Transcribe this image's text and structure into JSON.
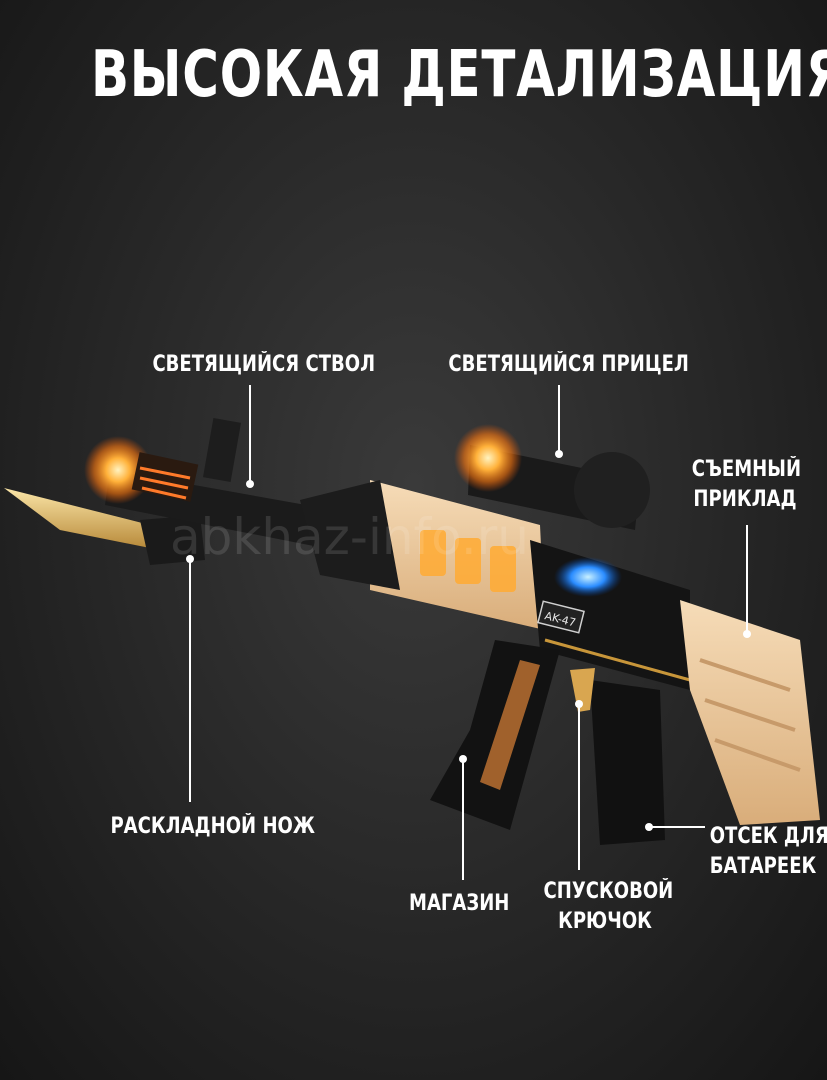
{
  "title": "ВЫСОКАЯ ДЕТАЛИЗАЦИЯ",
  "watermark": "abkhaz-info.ru",
  "model_badge": "AK-47",
  "labels": {
    "barrel": "СВЕТЯЩИЙСЯ СТВОЛ",
    "scope": "СВЕТЯЩИЙСЯ ПРИЦЕЛ",
    "stock_line1": "СЪЕМНЫЙ",
    "stock_line2": "ПРИКЛАД",
    "knife": "РАСКЛАДНОЙ НОЖ",
    "magazine": "МАГАЗИН",
    "trigger_line1": "СПУСКОВОЙ",
    "trigger_line2": "КРЮЧОК",
    "battery_line1": "ОТСЕК ДЛЯ",
    "battery_line2": "БАТАРЕЕК"
  },
  "colors": {
    "background": "#262626",
    "body_tan": "#e8c49a",
    "body_dark": "#151515",
    "glow_orange": "#ff9a1f",
    "glow_blue": "#2a8cff",
    "blade_gold": "#e0b45a"
  }
}
